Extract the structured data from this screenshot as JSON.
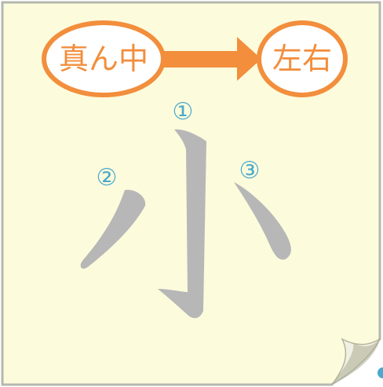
{
  "order": {
    "from_label": "真ん中",
    "to_label": "左右"
  },
  "character": "小",
  "strokes": [
    {
      "number": "①"
    },
    {
      "number": "②"
    },
    {
      "number": "③"
    }
  ],
  "colors": {
    "paper": "#fcfbdc",
    "paper_border": "#b4b9ae",
    "accent": "#f28e3c",
    "stroke": "#b7b7b7",
    "number": "#4aa9cc",
    "curl_light": "#f3f2e8",
    "curl_dark": "#a8ab92"
  },
  "icons": {
    "arrow": "arrow-right-icon",
    "page_curl": "page-curl-icon"
  }
}
